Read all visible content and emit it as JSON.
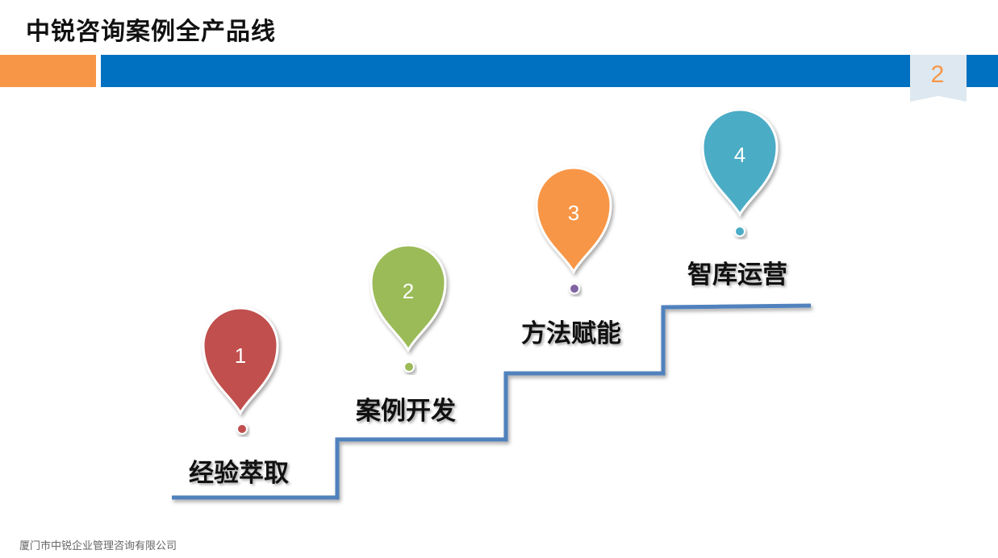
{
  "header": {
    "title": "中锐咨询案例全产品线",
    "page_number": "2"
  },
  "steps": [
    {
      "number": "1",
      "label": "经验萃取",
      "color": "#c0504d"
    },
    {
      "number": "2",
      "label": "案例开发",
      "color": "#9bbb59"
    },
    {
      "number": "3",
      "label": "方法赋能",
      "color": "#f79646"
    },
    {
      "number": "4",
      "label": "智库运营",
      "color": "#4bacc6"
    }
  ],
  "footer": {
    "company": "厦门市中锐企业管理咨询有限公司"
  },
  "colors": {
    "accent_blue": "#0070c0",
    "accent_orange": "#f79646",
    "stair_line": "#4f81bd"
  }
}
